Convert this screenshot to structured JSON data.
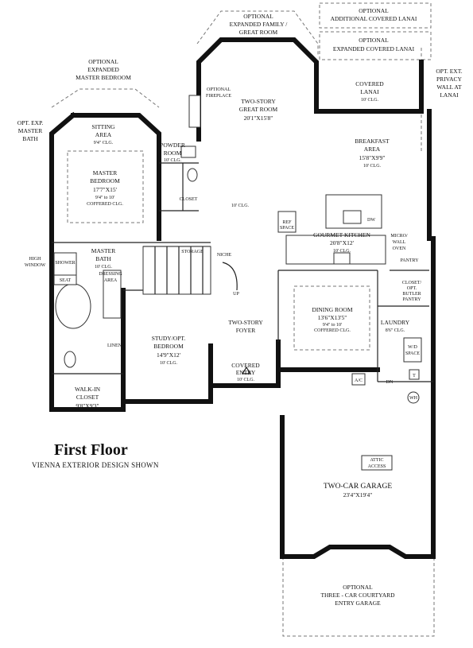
{
  "title": "First Floor",
  "subtitle": "VIENNA EXTERIOR DESIGN SHOWN",
  "options": {
    "expanded_family": [
      "OPTIONAL",
      "EXPANDED FAMILY /",
      "GREAT ROOM"
    ],
    "additional_lanai": [
      "OPTIONAL",
      "ADDITIONAL COVERED LANAI"
    ],
    "expanded_lanai": [
      "OPTIONAL",
      "EXPANDED COVERED LANAI"
    ],
    "privacy_wall": [
      "OPT. EXT.",
      "PRIVACY",
      "WALL AT",
      "LANAI"
    ],
    "expanded_master": [
      "OPTIONAL",
      "EXPANDED",
      "MASTER BEDROOM"
    ],
    "master_bath_opt": [
      "OPT. EXP.",
      "MASTER",
      "BATH"
    ],
    "courtyard_garage": [
      "OPTIONAL",
      "THREE - CAR COURTYARD",
      "ENTRY GARAGE"
    ]
  },
  "rooms": {
    "sitting": {
      "name": "SITTING",
      "name2": "AREA",
      "clg": "9'4\" CLG."
    },
    "master_bedroom": {
      "name": "MASTER",
      "name2": "BEDROOM",
      "dims": "17'7\"X15'",
      "clg": "9'4\" to 10'",
      "clg2": "COFFERED CLG."
    },
    "powder": {
      "name": "POWDER",
      "name2": "ROOM",
      "clg": "10' CLG."
    },
    "closet": {
      "name": "CLOSET"
    },
    "great_room": {
      "name": "TWO-STORY",
      "name2": "GREAT ROOM",
      "dims": "20'1\"X15'8\""
    },
    "covered_lanai": {
      "name": "COVERED",
      "name2": "LANAI",
      "clg": "10' CLG."
    },
    "breakfast": {
      "name": "BREAKFAST",
      "name2": "AREA",
      "dims": "15'8\"X9'9\"",
      "clg": "10' CLG."
    },
    "kitchen": {
      "name": "GOURMET KITCHEN",
      "dims": "20'8\"X12'",
      "clg": "10' CLG."
    },
    "open_clg": {
      "clg": "10' CLG."
    },
    "master_bath": {
      "name": "MASTER",
      "name2": "BATH",
      "clg": "10' CLG."
    },
    "dressing": {
      "name": "DRESSING",
      "name2": "AREA"
    },
    "storage": {
      "name": "STORAGE"
    },
    "niche": {
      "name": "NICHE"
    },
    "foyer": {
      "name": "TWO-STORY",
      "name2": "FOYER"
    },
    "study": {
      "name": "STUDY/OPT.",
      "name2": "BEDROOM",
      "dims": "14'9\"X12'",
      "clg": "10' CLG."
    },
    "dining": {
      "name": "DINING ROOM",
      "dims": "13'6\"X13'5\"",
      "clg": "9'4\" to 10'",
      "clg2": "COFFERED CLG."
    },
    "laundry": {
      "name": "LAUNDRY",
      "clg": "8'6\" CLG."
    },
    "covered_entry": {
      "name": "COVERED",
      "name2": "ENTRY",
      "clg": "10' CLG."
    },
    "walk_in": {
      "name": "WALK-IN",
      "name2": "CLOSET",
      "dims": "9'8\"X9'3\""
    },
    "garage": {
      "name": "TWO-CAR GARAGE",
      "dims": "23'4\"X19'4\""
    }
  },
  "labels": {
    "opt_fireplace": [
      "OPTIONAL",
      "FIREPLACE"
    ],
    "ref_space": [
      "REF",
      "SPACE"
    ],
    "dw": "DW",
    "micro": [
      "MICRO/",
      "WALL",
      "OVEN"
    ],
    "pantry": "PANTRY",
    "butler": [
      "CLOSET/",
      "OPT.",
      "BUTLER",
      "PANTRY"
    ],
    "high_window": [
      "HIGH",
      "WINDOW"
    ],
    "shower": "SHOWER",
    "seat": "SEAT",
    "linen": "LINEN",
    "up": "UP",
    "wd_space": [
      "W/D",
      "SPACE"
    ],
    "t": "T",
    "ac": "A/C",
    "dn": "DN",
    "wh": "WH",
    "attic": [
      "ATTIC",
      "ACCESS"
    ]
  }
}
